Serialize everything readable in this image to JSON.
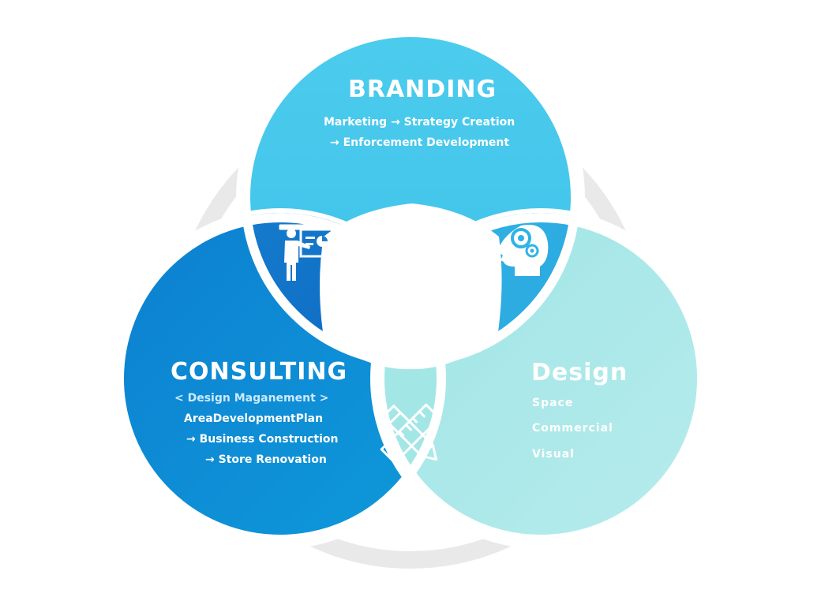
{
  "colors": {
    "ring": "#e8e8e8",
    "branding": "#45c7ec",
    "consulting": "#0c88d3",
    "design": "#a6e7e8",
    "overlap_branding_consulting": "#0a6fc4",
    "overlap_branding_design": "#2fb3e4",
    "overlap_consulting_design": "#9fe3e3",
    "text": "#ffffff",
    "subtitle_light": "#cde9fb"
  },
  "branding": {
    "title": "BRANDING",
    "line1": "Marketing → Strategy Creation",
    "line2": "→ Enforcement Development"
  },
  "consulting": {
    "title": "CONSULTING",
    "subtitle": "< Design Maganement >",
    "line1": "AreaDevelopmentPlan",
    "line2": "→ Business Construction",
    "line3": "→ Store Renovation"
  },
  "design": {
    "title": "Design",
    "items": [
      "Space",
      "Commercial",
      "Visual"
    ]
  },
  "icons": {
    "presentation": "presenter-board-icon",
    "brain": "head-gears-icon",
    "tools": "ruler-pencil-icon"
  }
}
